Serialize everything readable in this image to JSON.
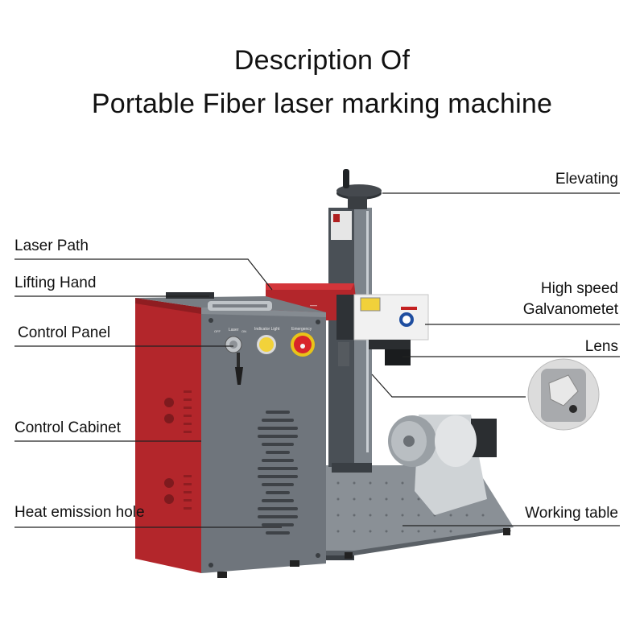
{
  "title": {
    "line1": "Description Of",
    "line2": "Portable Fiber laser marking machine"
  },
  "labels": {
    "elevating": "Elevating",
    "laser_path": "Laser Path",
    "lifting_hand": "Lifting Hand",
    "control_panel": "Control Panel",
    "high_speed_line1": "High speed",
    "high_speed_line2": "Galvanometet",
    "lens": "Lens",
    "control_cabinet": "Control Cabinet",
    "heat_emission_hole": "Heat emission hole",
    "working_table": "Working table"
  },
  "panel": {
    "key_label": "Laser",
    "key_off": "OFF",
    "key_on": "ON",
    "indicator_label": "Indicator Light",
    "emergency_label": "Emergency"
  },
  "colors": {
    "cabinet_gray": "#6f757c",
    "cabinet_red": "#b3262b",
    "frame_dark": "#3d4247",
    "indicator_yellow": "#f2d23a",
    "emergency_red": "#d8252a",
    "line": "#222222"
  }
}
